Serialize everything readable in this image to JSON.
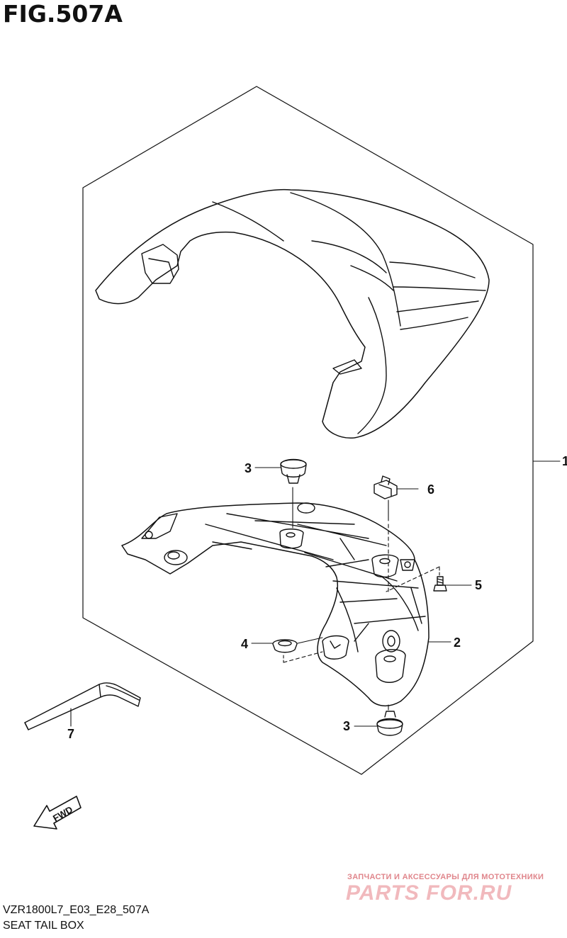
{
  "figure": {
    "title": "FIG.507A",
    "model_code": "VZR1800L7_E03_E28_507A",
    "assembly_name": "SEAT TAIL BOX"
  },
  "callouts": [
    "1",
    "2",
    "3",
    "3",
    "4",
    "5",
    "6",
    "7"
  ],
  "fwd_label": "FWD",
  "watermark": {
    "subtitle": "ЗАПЧАСТИ И АКСЕССУАРЫ ДЛЯ МОТОТЕХНИКИ",
    "brand": "PARTS FOR.RU"
  }
}
